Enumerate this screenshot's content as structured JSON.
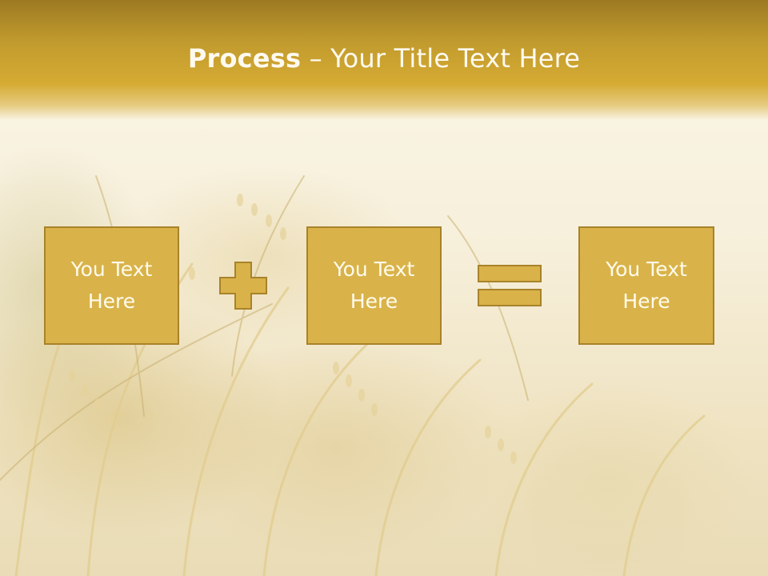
{
  "slide": {
    "title_bold": "Process",
    "title_rest": " – Your Title Text Here",
    "boxes": [
      {
        "line1": "You Text",
        "line2": "Here"
      },
      {
        "line1": "You Text",
        "line2": "Here"
      },
      {
        "line1": "You Text",
        "line2": "Here"
      }
    ],
    "operators": [
      "plus-icon",
      "equals-icon"
    ]
  },
  "colors": {
    "header": "#c9a230",
    "box_fill": "#d9b349",
    "box_border": "#a8822a",
    "text_light": "#fffbee"
  }
}
